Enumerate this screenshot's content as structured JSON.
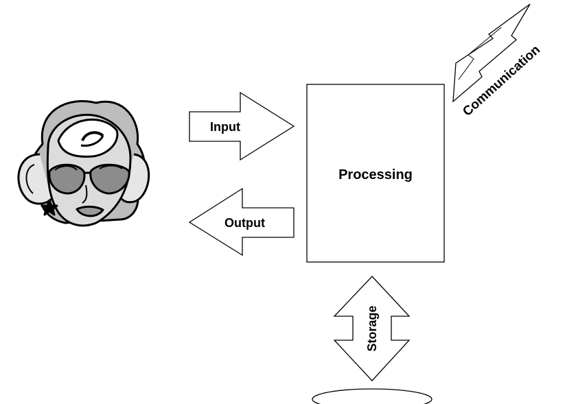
{
  "diagram": {
    "processing_label": "Processing",
    "input_label": "Input",
    "output_label": "Output",
    "storage_label": "Storage",
    "communication_label": "Communication"
  },
  "user": {
    "icon": "cartoon-user-face-with-sunglasses"
  },
  "colors": {
    "stroke": "#000000",
    "fill": "#ffffff",
    "face_gray": "#cfcfcf"
  }
}
